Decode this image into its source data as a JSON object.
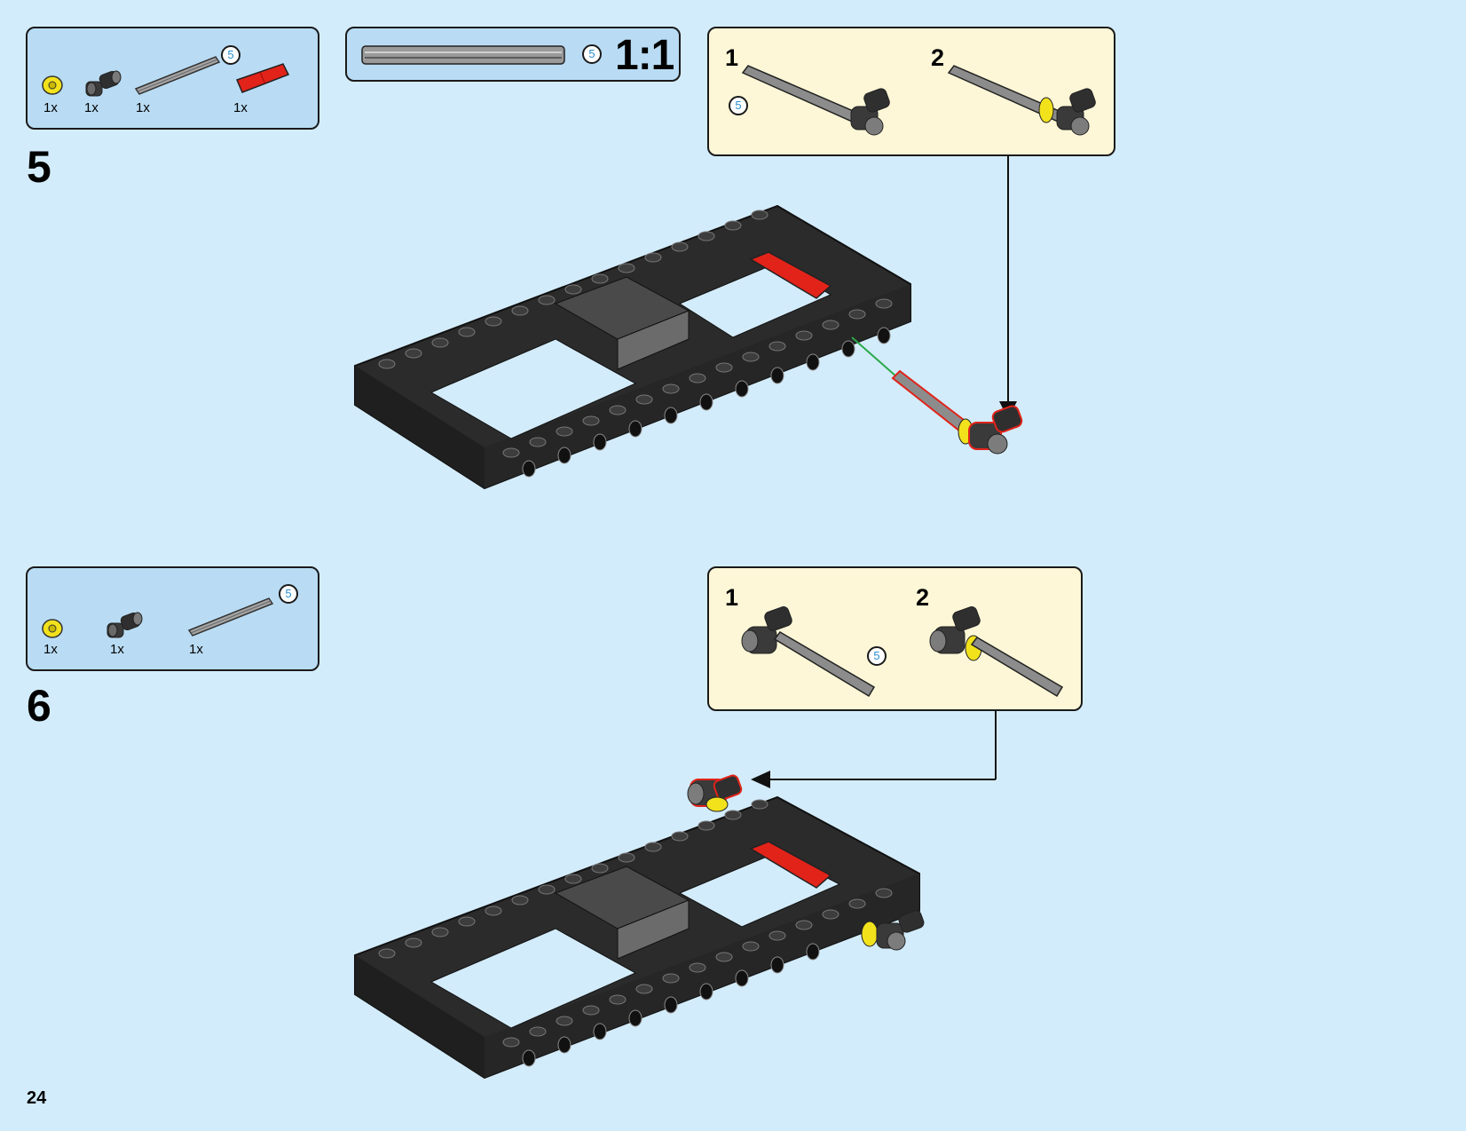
{
  "page": {
    "number": "24"
  },
  "scale_box": {
    "ratio": "1:1",
    "axle_length": "5"
  },
  "step5": {
    "number": "5",
    "parts": [
      {
        "name": "yellow-bush",
        "qty": "1x"
      },
      {
        "name": "axle-pin-connector",
        "qty": "1x"
      },
      {
        "name": "axle",
        "qty": "1x",
        "length": "5"
      },
      {
        "name": "red-axle-connector",
        "qty": "1x"
      }
    ],
    "subassembly": {
      "steps": [
        "1",
        "2"
      ],
      "axle_length": "5"
    }
  },
  "step6": {
    "number": "6",
    "parts": [
      {
        "name": "yellow-bush",
        "qty": "1x"
      },
      {
        "name": "axle-pin-connector",
        "qty": "1x"
      },
      {
        "name": "axle",
        "qty": "1x",
        "length": "5"
      }
    ],
    "subassembly": {
      "steps": [
        "1",
        "2"
      ],
      "axle_length": "5"
    }
  },
  "colors": {
    "background": "#d3ecfb",
    "parts_panel": "#b9dcf4",
    "callout_panel": "#fdf7d7",
    "frame_black": "#2b2b2b",
    "highlight_red": "#e2231a",
    "bush_yellow": "#f2e21c",
    "axle_gray": "#8c8c8c"
  }
}
